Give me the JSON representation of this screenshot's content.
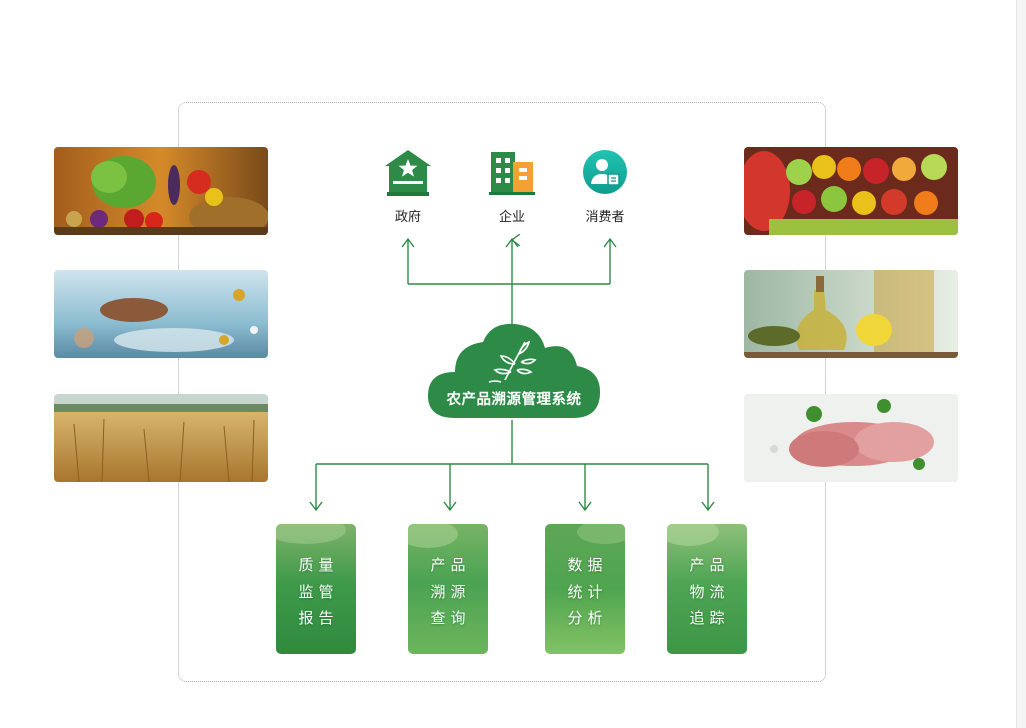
{
  "actors": [
    {
      "label": "政府",
      "icon": "government-icon"
    },
    {
      "label": "企业",
      "icon": "enterprise-icon"
    },
    {
      "label": "消费者",
      "icon": "consumer-icon"
    }
  ],
  "center": {
    "title": "农产品溯源管理系统",
    "icon": "wheat-leaf-icon"
  },
  "modules": [
    {
      "lines": [
        "质量",
        "监管",
        "报告"
      ]
    },
    {
      "lines": [
        "产品",
        "溯源",
        "查询"
      ]
    },
    {
      "lines": [
        "数据",
        "统计",
        "分析"
      ]
    },
    {
      "lines": [
        "产品",
        "物流",
        "追踪"
      ]
    }
  ],
  "photos": {
    "left": [
      "vegetables-photo",
      "fish-seafood-photo",
      "wheat-field-photo"
    ],
    "right": [
      "fruits-photo",
      "olive-oil-photo",
      "raw-meat-photo"
    ]
  },
  "colors": {
    "green": "#2e8b47",
    "dark_green": "#1f7a3a",
    "orange": "#f4a035",
    "teal": "#18b5a6"
  }
}
